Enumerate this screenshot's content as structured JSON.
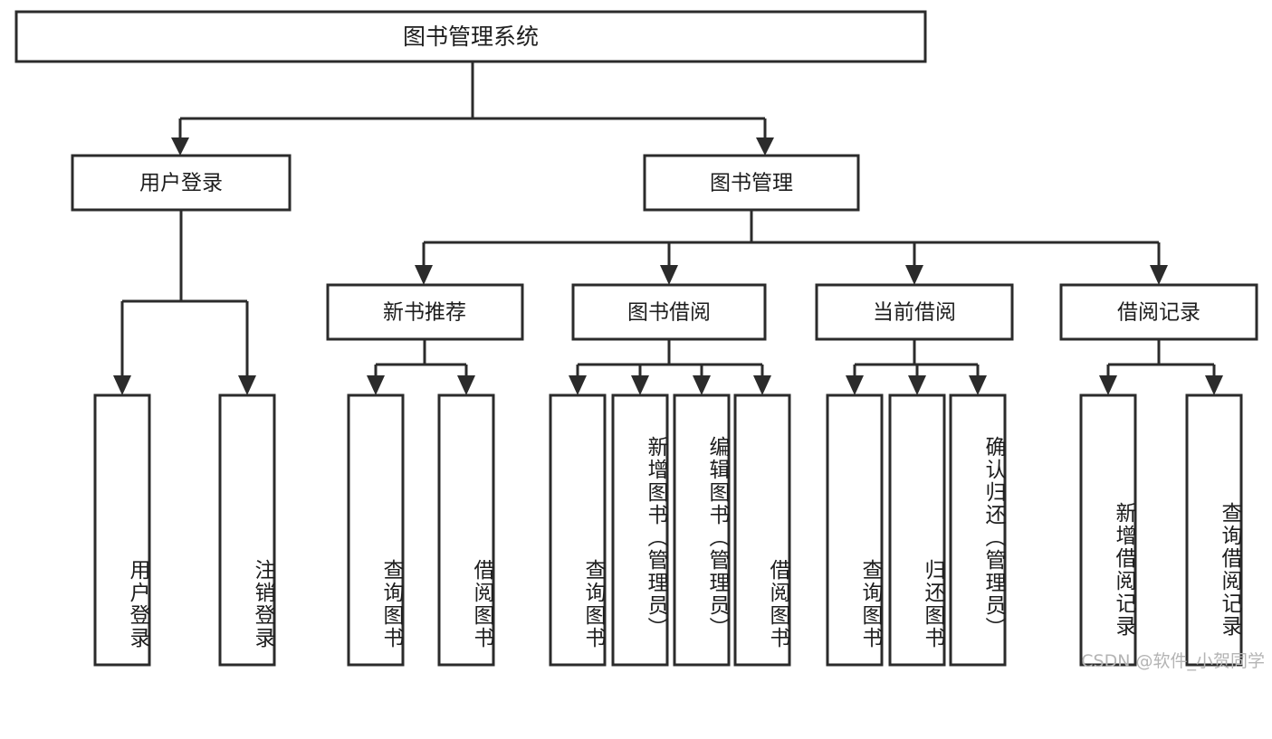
{
  "diagram": {
    "title": "图书管理系统",
    "type": "tree-hierarchy-chart",
    "colors": {
      "box_stroke": "#2b2b2b",
      "box_fill": "#ffffff",
      "text": "#1d1d1d",
      "background": "#ffffff",
      "watermark": "#b4b4b4"
    },
    "root": {
      "label": "图书管理系统"
    },
    "level2": [
      {
        "label": "用户登录"
      },
      {
        "label": "图书管理"
      }
    ],
    "level3": [
      {
        "label": "新书推荐"
      },
      {
        "label": "图书借阅"
      },
      {
        "label": "当前借阅"
      },
      {
        "label": "借阅记录"
      }
    ],
    "leaves": {
      "user_login": [
        {
          "label": "用户登录"
        },
        {
          "label": "注销登录"
        }
      ],
      "new_book_recommend": [
        {
          "label": "查询图书"
        },
        {
          "label": "借阅图书"
        }
      ],
      "book_borrow": [
        {
          "label": "查询图书"
        },
        {
          "label": "新增图书（管理员）"
        },
        {
          "label": "编辑图书（管理员）"
        },
        {
          "label": "借阅图书"
        }
      ],
      "current_borrow": [
        {
          "label": "查询图书"
        },
        {
          "label": "归还图书"
        },
        {
          "label": "确认归还（管理员）"
        }
      ],
      "borrow_record": [
        {
          "label": "新增借阅记录"
        },
        {
          "label": "查询借阅记录"
        }
      ]
    },
    "watermark": "CSDN @软件_小贺同学"
  }
}
